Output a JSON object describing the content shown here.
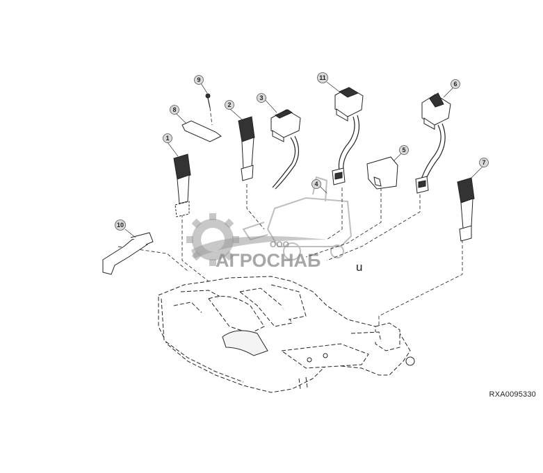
{
  "callouts": [
    "1",
    "2",
    "3",
    "4",
    "5",
    "6",
    "7",
    "8",
    "9",
    "10",
    "11"
  ],
  "watermark": {
    "company_prefix": "ООО",
    "company_name": "АГРОСНАБ",
    "suffix": "u"
  },
  "reference_code": "RXA0095330"
}
